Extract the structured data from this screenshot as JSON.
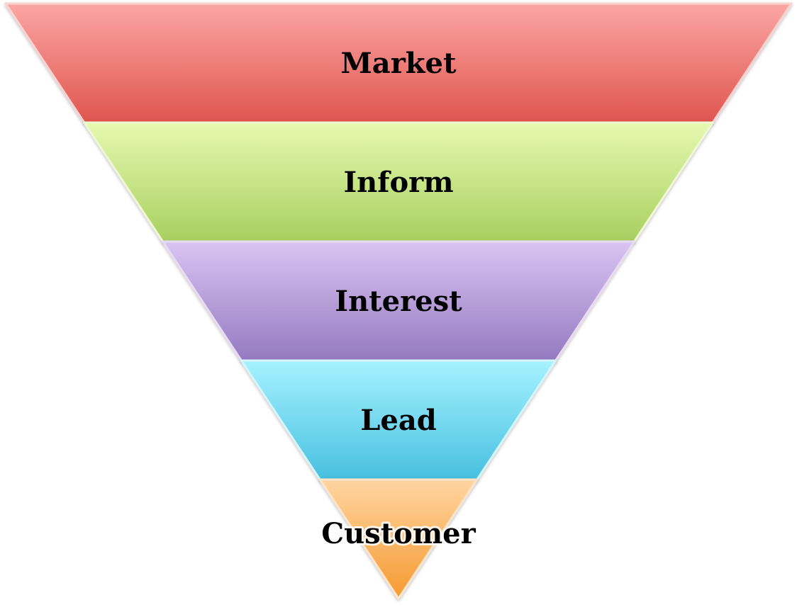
{
  "diagram": {
    "type": "funnel",
    "stages": [
      {
        "label": "Market",
        "color_top": "#fba6a3",
        "color_bottom": "#e0554f",
        "edge": "#f7d2d0"
      },
      {
        "label": "Inform",
        "color_top": "#e6f9b0",
        "color_bottom": "#a9cf60",
        "edge": "#eef7d2"
      },
      {
        "label": "Interest",
        "color_top": "#d9c4f2",
        "color_bottom": "#957ac1",
        "edge": "#e6dbf3"
      },
      {
        "label": "Lead",
        "color_top": "#a6f2ff",
        "color_bottom": "#47c0df",
        "edge": "#d3f5fb"
      },
      {
        "label": "Customer",
        "color_top": "#ffd5a1",
        "color_bottom": "#f59a30",
        "edge": "#fbe4c9"
      }
    ]
  }
}
